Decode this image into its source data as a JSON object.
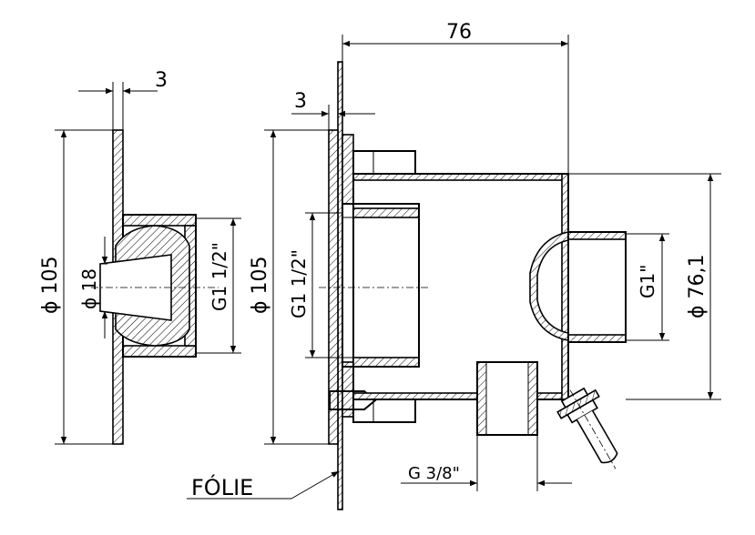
{
  "dimensions": {
    "left_thickness": "3",
    "left_diameter": "ϕ 105",
    "left_bore": "ϕ 18",
    "left_thread": "G1 1/2\"",
    "right_length": "76",
    "right_thickness": "3",
    "right_diameter": "ϕ 105",
    "right_thread": "G1 1/2\"",
    "pipe_thread": "G1\"",
    "pipe_diameter": "ϕ 76,1",
    "bottom_thread": "G 3/8\""
  },
  "labels": {
    "foil": "FÓLIE"
  }
}
